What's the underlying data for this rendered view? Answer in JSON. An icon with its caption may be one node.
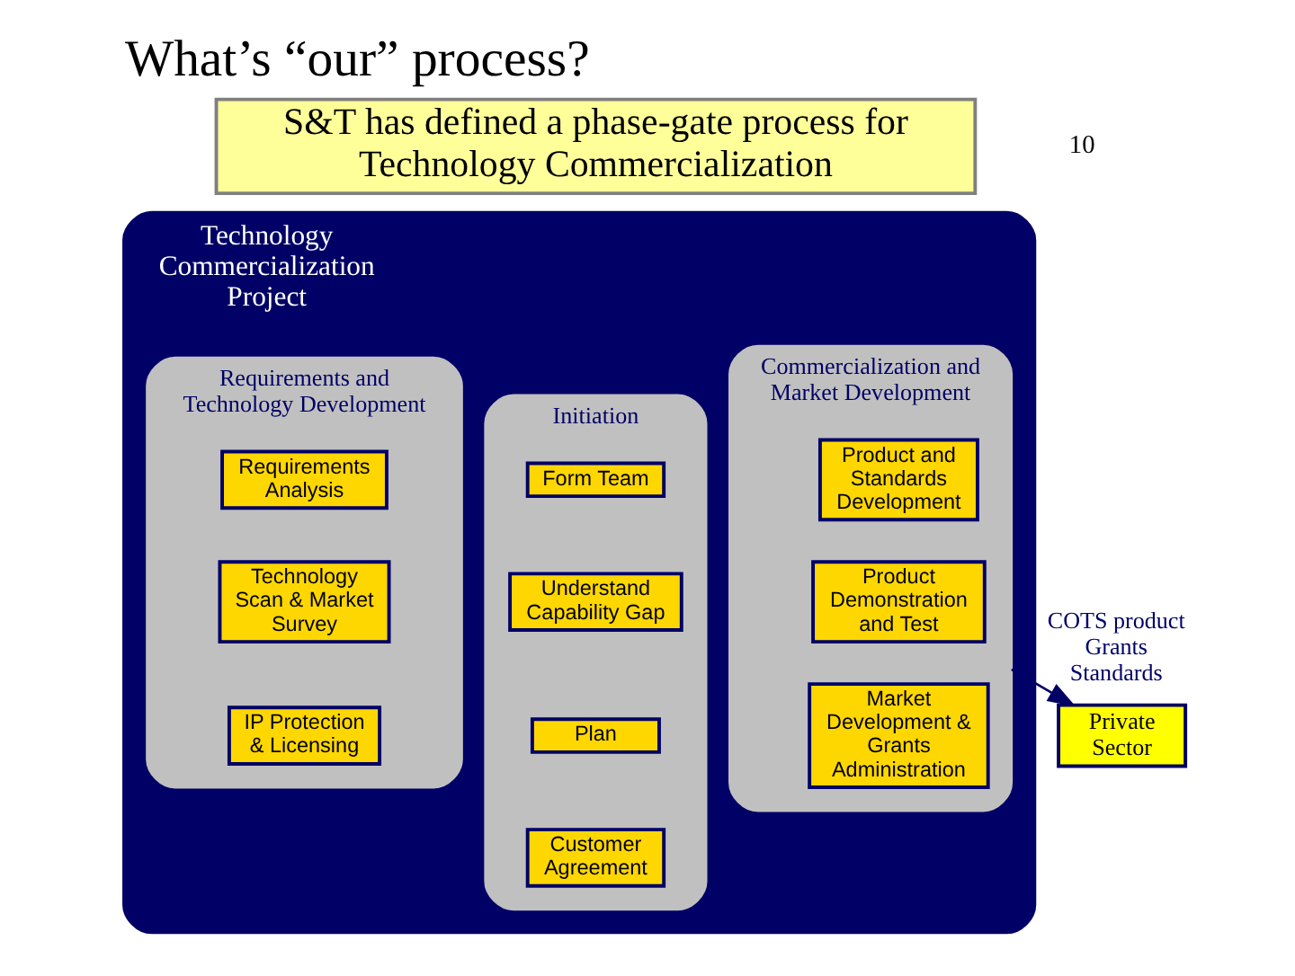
{
  "diagram": {
    "title": "What’s “our” process?",
    "nodes": [
      {
        "text": [
          "S&T has defined a phase-gate process for Technology Commercialization"
        ]
      },
      {
        "text": [
          "Technology Commercialization Project"
        ]
      },
      {
        "text": [
          "Initiation"
        ],
        "in": 1
      },
      {
        "text": [
          "Form Team"
        ],
        "in": 2
      },
      {
        "text": [
          "Understand Capability Gap"
        ],
        "in": 2
      },
      {
        "text": [
          "Plan"
        ],
        "in": 2
      },
      {
        "text": [
          "Customer Agreement"
        ],
        "in": 2
      },
      {
        "text": [
          "Requirements and Technology Development"
        ],
        "in": 1
      },
      {
        "text": [
          "Requirements Analysis"
        ],
        "in": 7
      },
      {
        "text": [
          "Technology Scan & Market Survey"
        ],
        "in": 7
      },
      {
        "text": [
          "IP Protection & Licensing"
        ],
        "in": 7
      },
      {
        "text": [
          "Commercialization and Market Development"
        ],
        "in": 1
      },
      {
        "text": [
          "Product and Standards Development"
        ],
        "in": 11
      },
      {
        "text": [
          "Product Demonstration and Test"
        ],
        "in": 11
      },
      {
        "text": [
          "Market Development & Grants Administration"
        ],
        "in": 11
      },
      {
        "text": [
          "Private Sector"
        ]
      }
    ],
    "edges": [
      {
        "from": 11,
        "to": 15,
        "arrow": "to",
        "label": "COTS product Grants Standards"
      }
    ],
    "labels": [
      "10"
    ]
  }
}
